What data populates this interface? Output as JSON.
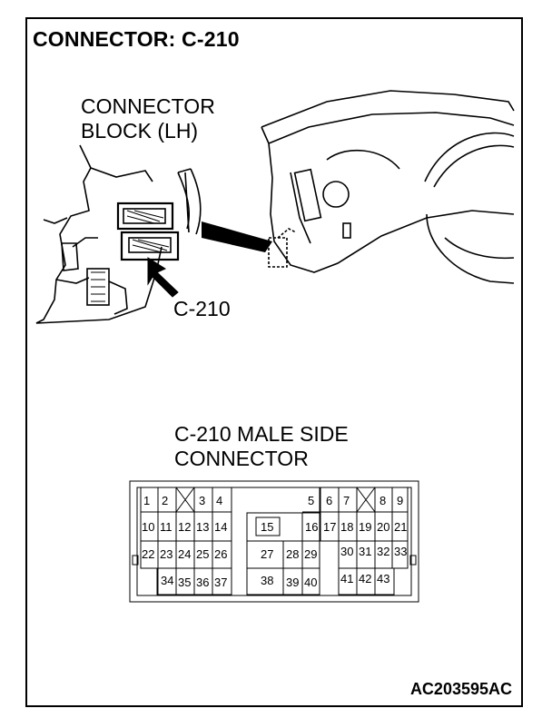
{
  "title": "CONNECTOR: C-210",
  "labels": {
    "block_line1": "CONNECTOR",
    "block_line2": "BLOCK (LH)",
    "callout": "C-210",
    "face_line1": "C-210 MALE SIDE",
    "face_line2": "CONNECTOR"
  },
  "figure_code": "AC203595AC",
  "pins": {
    "p1": "1",
    "p2": "2",
    "p3": "3",
    "p4": "4",
    "p5": "5",
    "p6": "6",
    "p7": "7",
    "p8": "8",
    "p9": "9",
    "p10": "10",
    "p11": "11",
    "p12": "12",
    "p13": "13",
    "p14": "14",
    "p15": "15",
    "p16": "16",
    "p17": "17",
    "p18": "18",
    "p19": "19",
    "p20": "20",
    "p21": "21",
    "p22": "22",
    "p23": "23",
    "p24": "24",
    "p25": "25",
    "p26": "26",
    "p27": "27",
    "p28": "28",
    "p29": "29",
    "p30": "30",
    "p31": "31",
    "p32": "32",
    "p33": "33",
    "p34": "34",
    "p35": "35",
    "p36": "36",
    "p37": "37",
    "p38": "38",
    "p39": "39",
    "p40": "40",
    "p41": "41",
    "p42": "42",
    "p43": "43"
  }
}
